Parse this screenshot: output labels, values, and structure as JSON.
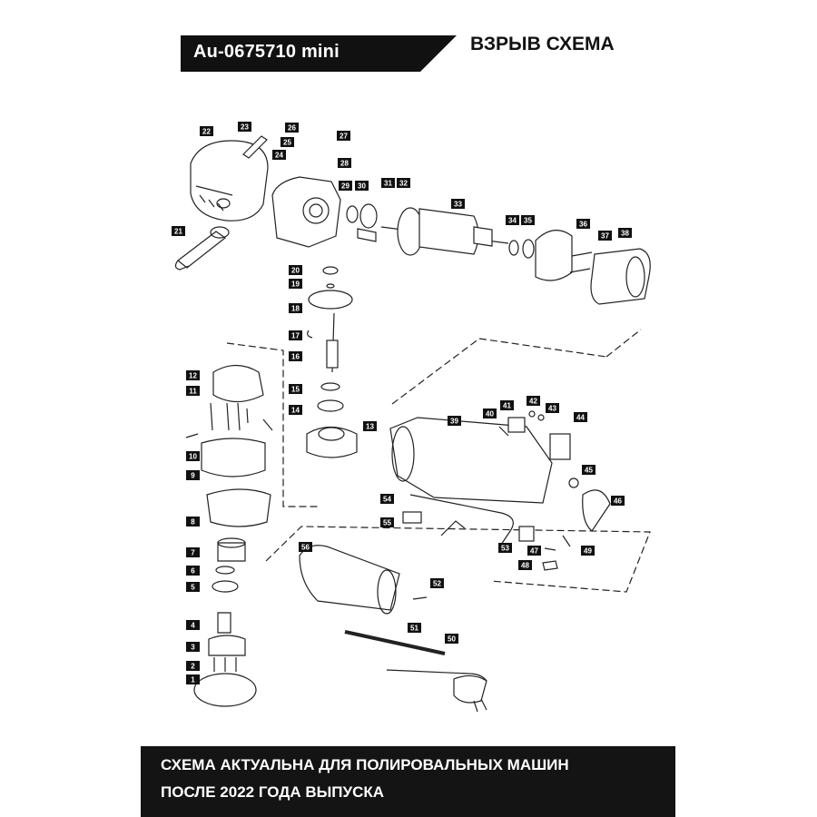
{
  "header": {
    "model": "Au-0675710 mini",
    "title": "ВЗРЫВ СХЕМА"
  },
  "footer": {
    "line1": "СХЕМА АКТУАЛЬНА ДЛЯ ПОЛИРОВАЛЬНЫХ МАШИН",
    "line2": "ПОСЛЕ 2022 ГОДА ВЫПУСКА"
  },
  "parts": [
    "1",
    "2",
    "3",
    "4",
    "5",
    "6",
    "7",
    "8",
    "9",
    "10",
    "11",
    "12",
    "13",
    "14",
    "15",
    "16",
    "17",
    "18",
    "19",
    "20",
    "21",
    "22",
    "23",
    "24",
    "25",
    "26",
    "27",
    "28",
    "29",
    "30",
    "31",
    "32",
    "33",
    "34",
    "35",
    "36",
    "37",
    "38",
    "39",
    "40",
    "41",
    "42",
    "43",
    "44",
    "45",
    "46",
    "47",
    "48",
    "49",
    "50",
    "51",
    "52",
    "53",
    "54",
    "55",
    "56"
  ]
}
